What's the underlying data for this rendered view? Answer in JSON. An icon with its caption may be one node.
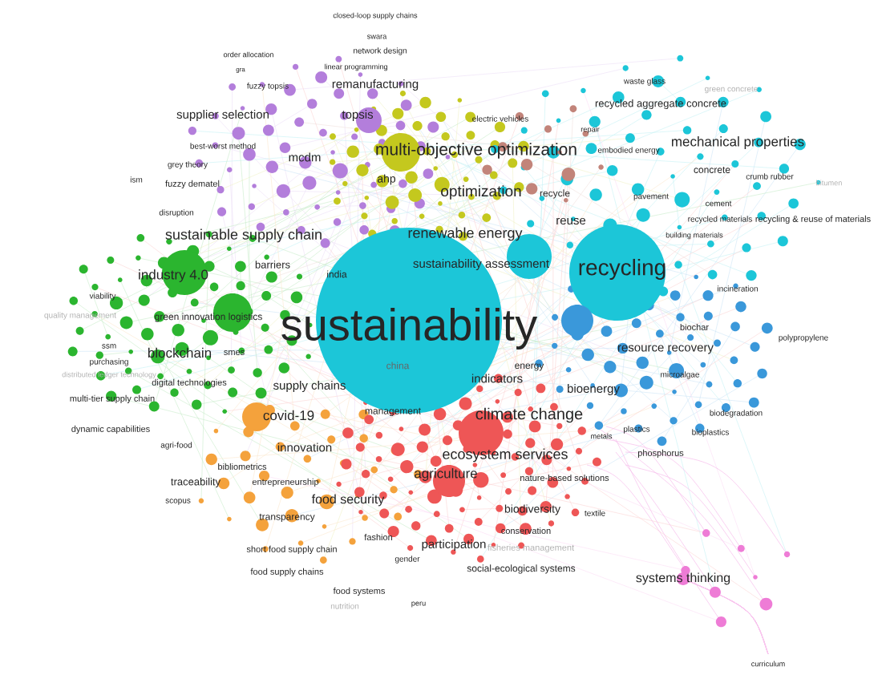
{
  "diagram": {
    "labels": [
      "closed-loop supply chains",
      "swara",
      "order allocation",
      "network design",
      "gra",
      "linear programming",
      "fuzzy topsis",
      "remanufacturing",
      "supplier selection",
      "topsis",
      "multi-objective optimization",
      "best-worst method",
      "mcdm",
      "grey theory",
      "ism",
      "fuzzy dematel",
      "ahp",
      "optimization",
      "disruption",
      "electric vehicles",
      "waste glass",
      "green concrete",
      "recycled aggregate concrete",
      "repair",
      "embodied energy",
      "mechanical properties",
      "concrete",
      "crumb rubber",
      "bitumen",
      "pavement",
      "cement",
      "recycle",
      "reuse",
      "recycled materials",
      "recycling & reuse of materials",
      "renewable energy",
      "building materials",
      "sustainable supply chain",
      "barriers",
      "india",
      "industry 4.0",
      "sustainability assessment",
      "recycling",
      "viability",
      "quality management",
      "green innovation logistics",
      "sustainability",
      "incineration",
      "biochar",
      "polypropylene",
      "blockchain",
      "smes",
      "ssm",
      "purchasing",
      "distributed ledger technology",
      "digital technologies",
      "resource recovery",
      "supply chains",
      "multi-tier supply chain",
      "indicators",
      "energy",
      "microalgae",
      "management",
      "bioenergy",
      "climate change",
      "covid-19",
      "biodegradation",
      "dynamic capabilities",
      "agri-food",
      "innovation",
      "metals",
      "plastics",
      "bioplastics",
      "ecosystem services",
      "phosphorus",
      "bibliometrics",
      "agriculture",
      "traceability",
      "entrepreneurship",
      "nature-based solutions",
      "scopus",
      "food security",
      "biodiversity",
      "textile",
      "transparency",
      "conservation",
      "fashion",
      "short food supply chain",
      "participation",
      "fisheries management",
      "gender",
      "food supply chains",
      "social-ecological systems",
      "systems thinking",
      "food systems",
      "nutrition",
      "peru",
      "curriculum",
      "china"
    ]
  }
}
